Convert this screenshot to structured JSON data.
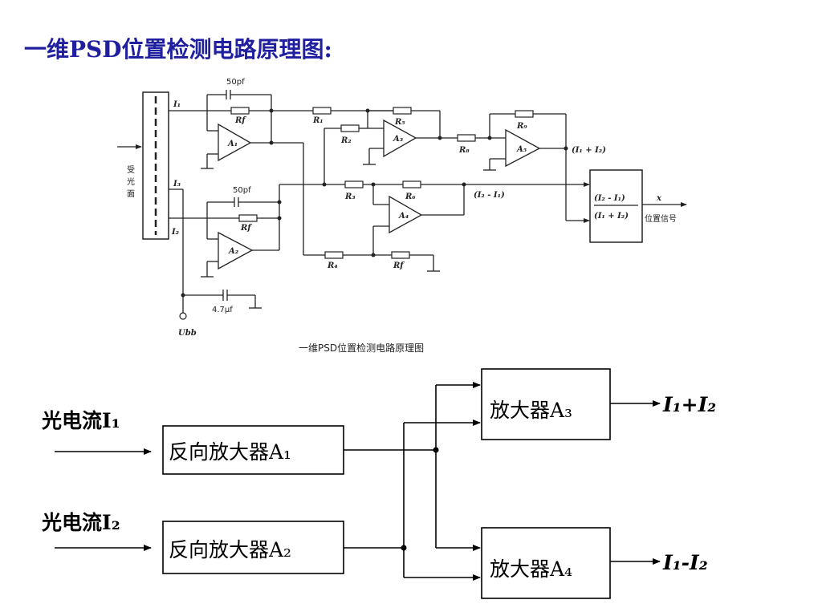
{
  "title": "一维PSD位置检测电路原理图:",
  "circuit": {
    "caption": "一维PSD位置检测电路原理图",
    "sensor_label": [
      "受",
      "光",
      "面"
    ],
    "cap1": "50pf",
    "cap2": "50pf",
    "cap3": "4.7μf",
    "I1": "I₁",
    "I2": "I₂",
    "I3": "I₃",
    "Rf1": "Rf",
    "Rf2": "Rf",
    "R1": "R₁",
    "R2": "R₂",
    "R3": "R₃",
    "R4": "R₄",
    "R5": "R₅",
    "R6": "R₆",
    "R8": "R₈",
    "R9": "R₉",
    "Rf3": "Rf",
    "A1": "A₁",
    "A2": "A₂",
    "A3": "A₃",
    "A4": "A₄",
    "A5": "A₅",
    "sum_out": "(I₁ + I₂)",
    "diff_out": "(I₂ - I₁)",
    "ratio_num": "(I₂ - I₁)",
    "ratio_den": "(I₁ + I₂)",
    "x_label": "x",
    "pos_signal": "位置信号",
    "ubias": "Ubb"
  },
  "block": {
    "in1_label": "光电流I₁",
    "in2_label": "光电流I₂",
    "box_a1": "反向放大器A₁",
    "box_a2": "反向放大器A₂",
    "box_a3": "放大器A₃",
    "box_a4": "放大器A₄",
    "out_sum": "I₁+I₂",
    "out_diff": "I₁-I₂"
  }
}
